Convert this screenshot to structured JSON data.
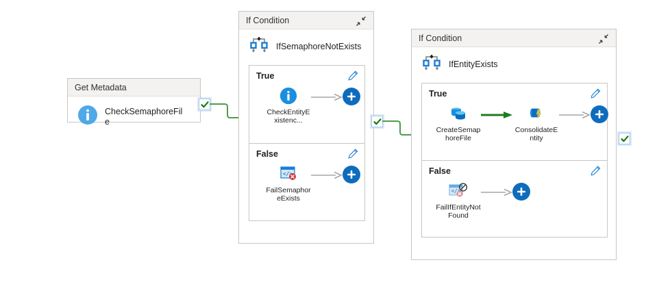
{
  "canvas": {
    "accent_blue": "#0f6cbd",
    "header_grey": "#f3f2f1",
    "border_grey": "#c8c6c4",
    "success_green": "#1e7b1e",
    "connector_grey": "#a6a6a6"
  },
  "get_metadata": {
    "header_title": "Get Metadata",
    "expand_icon": "expand-collapse-icon",
    "activity": {
      "name": "CheckSemaphoreFile",
      "icon": "info-circle-icon"
    }
  },
  "if_conditions": [
    {
      "header_title": "If Condition",
      "expand_icon": "expand-collapse-icon",
      "node_icon": "if-condition-icon",
      "node_name": "IfSemaphoreNotExists",
      "branches": [
        {
          "label": "True",
          "edit_icon": "pencil-icon",
          "activities": [
            {
              "name": "CheckEntityExistenc...",
              "icon": "info-circle-icon"
            }
          ],
          "connectors": [
            "grey-arrow"
          ],
          "add_button": "add-activity-button"
        },
        {
          "label": "False",
          "edit_icon": "pencil-icon",
          "activities": [
            {
              "name": "FailSemaphoreExists",
              "icon": "fail-web-activity-icon"
            }
          ],
          "connectors": [
            "grey-arrow"
          ],
          "add_button": "add-activity-button"
        }
      ]
    },
    {
      "header_title": "If Condition",
      "expand_icon": "expand-collapse-icon",
      "node_icon": "if-condition-icon",
      "node_name": "IfEntityExists",
      "branches": [
        {
          "label": "True",
          "edit_icon": "pencil-icon",
          "activities": [
            {
              "name": "CreateSemaphoreFile",
              "icon": "copy-data-icon"
            },
            {
              "name": "ConsolidateEntity",
              "icon": "databricks-notebook-icon"
            }
          ],
          "connectors": [
            "green-arrow",
            "grey-arrow"
          ],
          "add_button": "add-activity-button"
        },
        {
          "label": "False",
          "edit_icon": "pencil-icon",
          "activities": [
            {
              "name": "FailIfEntityNotFound",
              "icon": "fail-web-activity-icon-disabled"
            }
          ],
          "connectors": [
            "grey-arrow"
          ],
          "add_button": "add-activity-button"
        }
      ]
    }
  ],
  "connectors": [
    {
      "name": "connector-get-metadata-to-if-semaphore",
      "state_icon": "success-check-icon"
    },
    {
      "name": "connector-if-semaphore-to-if-entity",
      "state_icon": "success-check-icon"
    },
    {
      "name": "connector-if-entity-output",
      "state_icon": "success-check-icon"
    }
  ]
}
